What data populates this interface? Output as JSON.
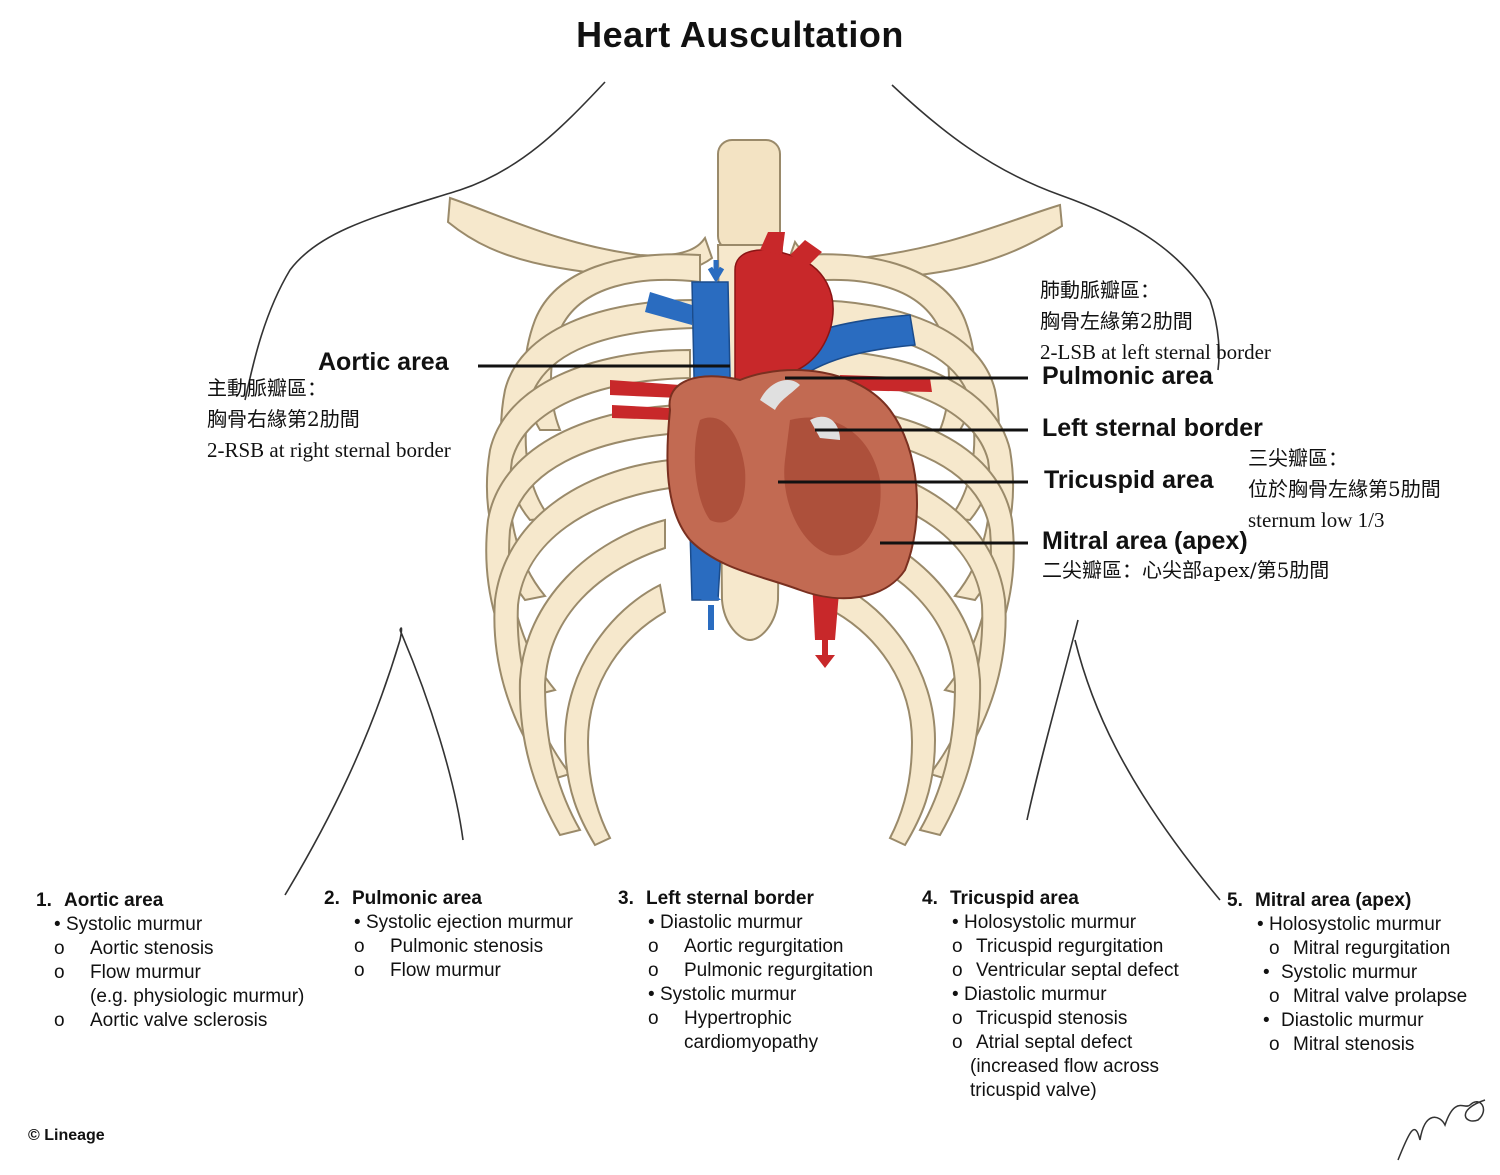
{
  "title": "Heart Auscultation",
  "labels": {
    "aortic": "Aortic area",
    "pulmonic": "Pulmonic area",
    "left_sternal": "Left sternal border",
    "tricuspid": "Tricuspid area",
    "mitral": "Mitral area (apex)"
  },
  "annotations": {
    "aortic": [
      "主動脈瓣區：",
      "胸骨右緣第2肋間",
      "2-RSB at right sternal border"
    ],
    "pulmonic": [
      "肺動脈瓣區：",
      "胸骨左緣第2肋間",
      "2-LSB at left sternal border"
    ],
    "tricuspid": [
      "三尖瓣區：",
      "位於胸骨左緣第5肋間",
      "sternum low 1/3"
    ],
    "mitral": "二尖瓣區：心尖部apex/第5肋間"
  },
  "columns": [
    {
      "number": "1.",
      "heading": "Aortic area",
      "lines": [
        {
          "marker": "•",
          "text": "Systolic murmur"
        },
        {
          "marker": "o",
          "text": "Aortic stenosis"
        },
        {
          "marker": "o",
          "text": "Flow murmur"
        },
        {
          "marker": "",
          "text": "(e.g. physiologic murmur)"
        },
        {
          "marker": "o",
          "text": "Aortic valve sclerosis"
        }
      ]
    },
    {
      "number": "2.",
      "heading": "Pulmonic area",
      "lines": [
        {
          "marker": "•",
          "text": "Systolic ejection murmur"
        },
        {
          "marker": "o",
          "text": "Pulmonic stenosis"
        },
        {
          "marker": "o",
          "text": "Flow murmur"
        }
      ]
    },
    {
      "number": "3.",
      "heading": "Left sternal border",
      "lines": [
        {
          "marker": "•",
          "text": "Diastolic murmur"
        },
        {
          "marker": "o",
          "text": "Aortic regurgitation"
        },
        {
          "marker": "o",
          "text": "Pulmonic regurgitation"
        },
        {
          "marker": "•",
          "text": "Systolic murmur"
        },
        {
          "marker": "o",
          "text": "Hypertrophic"
        },
        {
          "marker": "",
          "text": "cardiomyopathy"
        }
      ]
    },
    {
      "number": "4.",
      "heading": "Tricuspid area",
      "lines": [
        {
          "marker": "•",
          "text": "Holosystolic murmur"
        },
        {
          "marker": "o",
          "text": "Tricuspid regurgitation"
        },
        {
          "marker": "o",
          "text": "Ventricular septal defect"
        },
        {
          "marker": "•",
          "text": "Diastolic murmur"
        },
        {
          "marker": "o",
          "text": "Tricuspid stenosis"
        },
        {
          "marker": "o",
          "text": "Atrial septal defect"
        },
        {
          "marker": "",
          "text": "(increased flow across"
        },
        {
          "marker": "",
          "text": "tricuspid valve)"
        }
      ]
    },
    {
      "number": "5.",
      "heading": "Mitral area (apex)",
      "lines": [
        {
          "marker": "•",
          "text": "Holosystolic murmur"
        },
        {
          "marker": "o",
          "text": "Mitral regurgitation"
        },
        {
          "marker": "•",
          "text": "Systolic murmur"
        },
        {
          "marker": "o",
          "text": "Mitral valve prolapse"
        },
        {
          "marker": "•",
          "text": "Diastolic murmur"
        },
        {
          "marker": "o",
          "text": "Mitral stenosis"
        }
      ]
    }
  ],
  "copyright": "© Lineage",
  "colors": {
    "bone": "#f6e8cc",
    "bone_edge": "#9a8a6a",
    "artery": "#c8282a",
    "vein": "#2a6cc0",
    "myocardium": "#c26a52"
  }
}
